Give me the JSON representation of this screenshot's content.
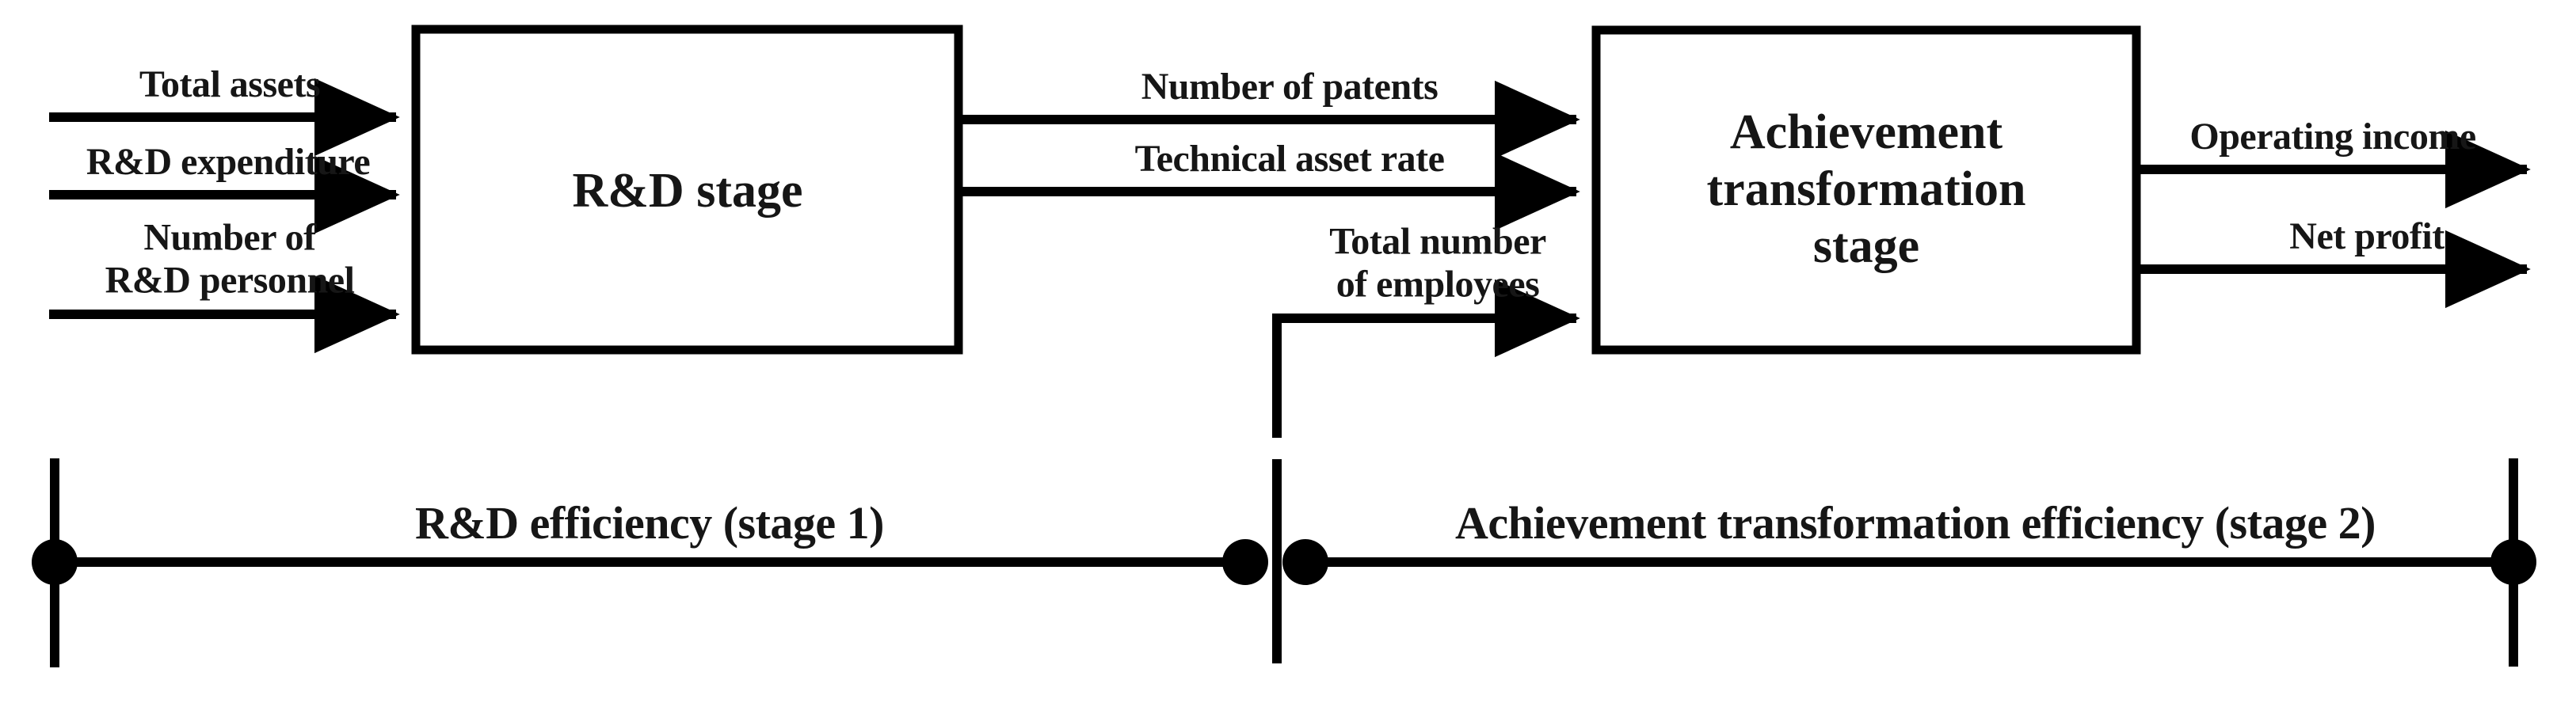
{
  "diagram": {
    "title": "Two-stage innovation efficiency network structure",
    "type": "two-stage network process diagram",
    "colors": {
      "stroke": "#000000",
      "text": "#161616",
      "background": "#ffffff"
    }
  },
  "stages": [
    {
      "id": "rd-stage",
      "label": "R&D stage"
    },
    {
      "id": "achievement-transformation-stage",
      "label": "Achievement\ntransformation\nstage"
    }
  ],
  "inputs": [
    {
      "id": "total-assets",
      "label": "Total assets"
    },
    {
      "id": "rd-expenditure",
      "label": "R&D expenditure"
    },
    {
      "id": "number-of-rd-personnel",
      "label": "Number of\nR&D personnel"
    }
  ],
  "intermediates": [
    {
      "id": "number-of-patents",
      "label": "Number of patents"
    },
    {
      "id": "technical-asset-rate",
      "label": "Technical asset rate"
    }
  ],
  "stage2_inputs": [
    {
      "id": "total-number-of-employees",
      "label": "Total number\nof employees"
    }
  ],
  "outputs": [
    {
      "id": "operating-income",
      "label": "Operating income"
    },
    {
      "id": "net-profit",
      "label": "Net profit"
    }
  ],
  "efficiency_axis": {
    "segments": [
      {
        "id": "stage-1",
        "label": "R&D efficiency (stage 1)"
      },
      {
        "id": "stage-2",
        "label": "Achievement transformation efficiency (stage 2)"
      }
    ]
  }
}
